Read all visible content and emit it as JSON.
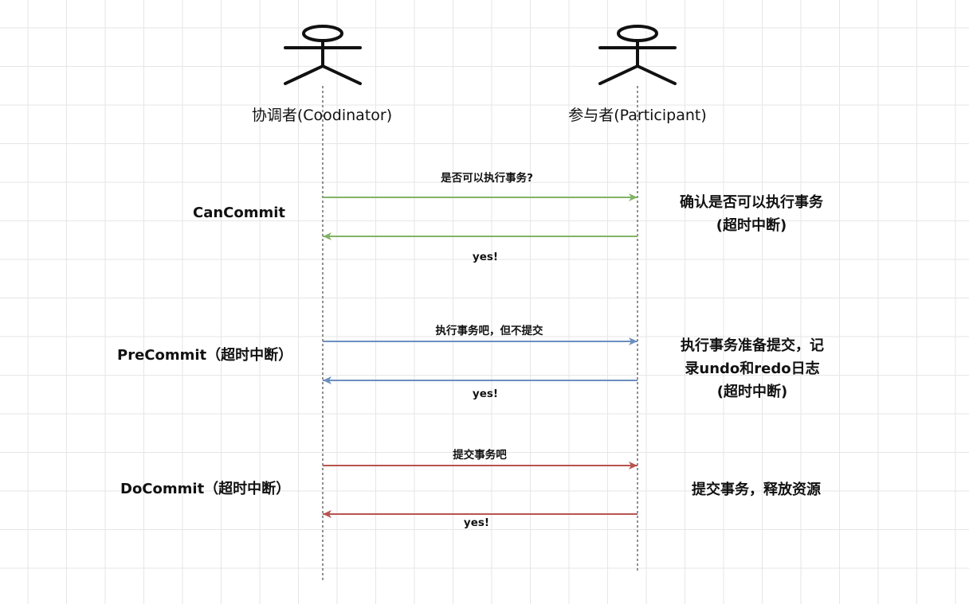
{
  "actors": {
    "coordinator": {
      "label": "协调者(Coodinator)",
      "icon": "stick-figure-icon"
    },
    "participant": {
      "label": "参与者(Participant)",
      "icon": "stick-figure-icon"
    }
  },
  "colors": {
    "canCommit": "#82b366",
    "preCommit": "#6c8ebf",
    "doCommit": "#b85450",
    "lifeline": "#555555",
    "actor": "#111111",
    "grid": "#e6e6e6"
  },
  "phases": [
    {
      "label": "CanCommit",
      "request": "是否可以执行事务?",
      "response": "yes!",
      "note_lines": [
        "确认是否可以执行事务",
        "(超时中断)"
      ]
    },
    {
      "label": "PreCommit（超时中断）",
      "request": "执行事务吧，但不提交",
      "response": "yes!",
      "note_lines": [
        "执行事务准备提交，记",
        "录undo和redo日志",
        "(超时中断)"
      ]
    },
    {
      "label": "DoCommit（超时中断）",
      "request": "提交事务吧",
      "response": "yes!",
      "note_lines": [
        "提交事务，释放资源"
      ]
    }
  ]
}
